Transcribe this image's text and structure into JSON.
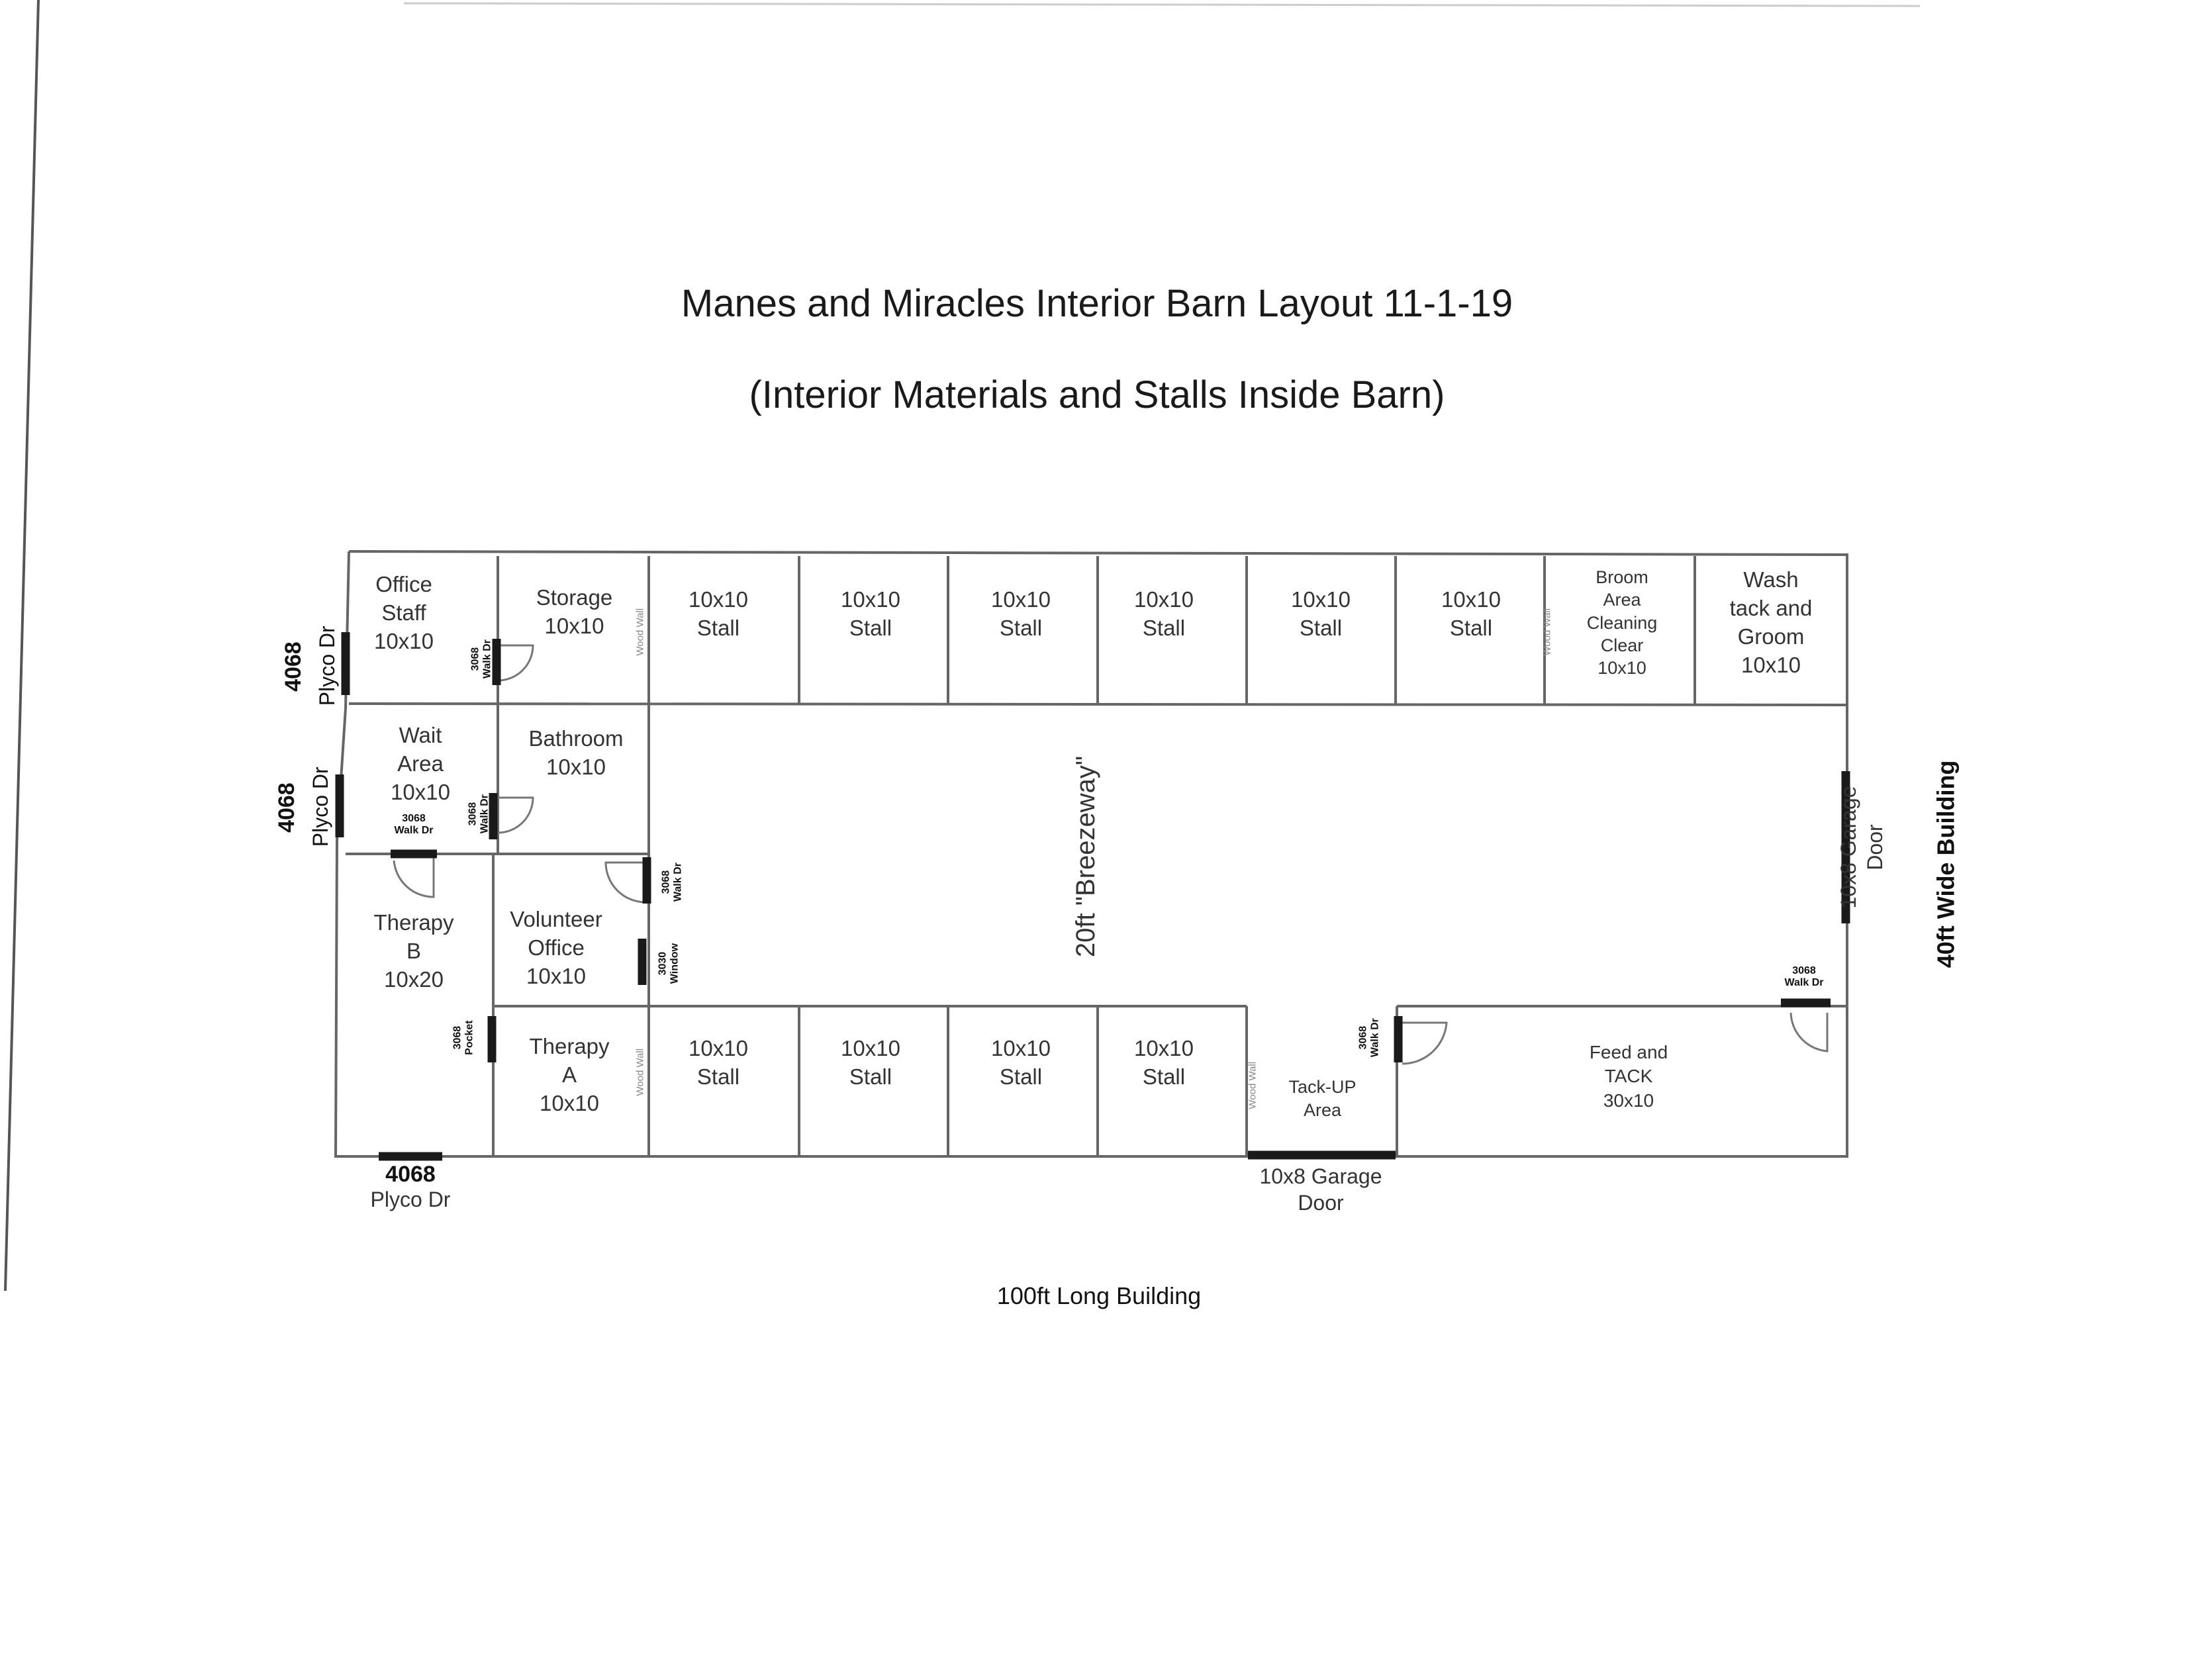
{
  "title": "Manes and Miracles Interior Barn Layout 11-1-19",
  "subtitle": "(Interior Materials and Stalls Inside Barn)",
  "rooms": {
    "office_staff": "Office\nStaff\n10x10",
    "storage": "Storage\n10x10",
    "wait_area": "Wait\nArea\n10x10",
    "bathroom": "Bathroom\n10x10",
    "therapy_b": "Therapy\nB\n10x20",
    "volunteer_office": "Volunteer\nOffice\n10x10",
    "therapy_a": "Therapy\nA\n10x10",
    "broom_area": "Broom\nArea\nCleaning\nClear\n10x10",
    "wash": "Wash\ntack and\nGroom\n10x10",
    "tack_up": "Tack-UP\nArea",
    "feed_tack": "Feed and\nTACK\n30x10",
    "stall": "10x10\nStall"
  },
  "labels": {
    "breezeway": "20ft \"Breezeway\"",
    "wood_wall": "Wood Wall",
    "door_4068": "4068",
    "plyco_dr": "Plyco Dr",
    "walk_dr_3068": "3068\nWalk Dr",
    "pocket_3068": "3068\nPocket",
    "window_3030": "3030\nWindow",
    "garage_door": "10x8 Garage\nDoor",
    "width_note": "40ft Wide Building",
    "length_note": "100ft Long Building"
  }
}
